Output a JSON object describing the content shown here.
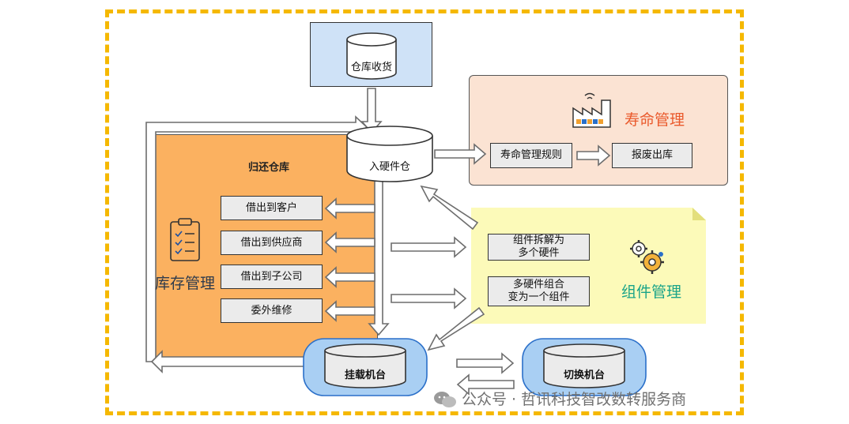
{
  "receiving": {
    "label": "仓库收货"
  },
  "hardware_warehouse": {
    "label": "入硬件仓"
  },
  "lifecycle": {
    "title": "寿命管理",
    "rules": "寿命管理规则",
    "scrap": "报废出库"
  },
  "return_warehouse": {
    "title": "归还仓库"
  },
  "inventory": {
    "title": "库存管理",
    "items": [
      "借出到客户",
      "借出到供应商",
      "借出到子公司",
      "委外维修"
    ]
  },
  "component": {
    "title": "组件管理",
    "disassemble": [
      "组件拆解为",
      "多个硬件"
    ],
    "combine": [
      "多硬件组合",
      "变为一个组件"
    ]
  },
  "mount_platform": {
    "label": "挂载机台"
  },
  "switch_platform": {
    "label": "切换机台"
  },
  "watermark": {
    "text": "公众号 · 哲讯科技智改数转服务商"
  },
  "colors": {
    "frame": "#f5b800",
    "receive_panel": "#cfe2f7",
    "life_panel": "#fbe3d3",
    "life_title": "#ea5a2c",
    "component_panel": "#fcfab9",
    "component_title": "#1aa489",
    "return_panel": "#fbb160",
    "machine_oval": "#a9cff3"
  },
  "icons": [
    "database-icon",
    "factory-icon",
    "clipboard-checklist-icon",
    "gears-icon",
    "wechat-icon"
  ]
}
